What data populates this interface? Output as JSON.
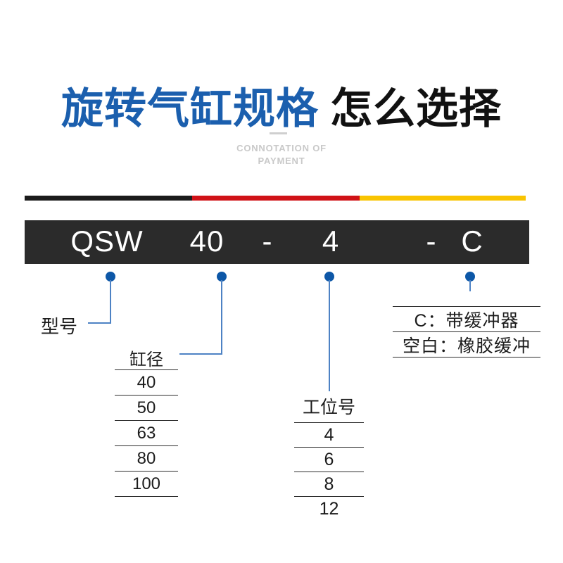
{
  "header": {
    "title_highlight": "旋转气缸规格",
    "title_rest": "怎么选择",
    "subtitle_line1": "CONNOTATION OF",
    "subtitle_line2": "PAYMENT"
  },
  "code_bar": {
    "parts": [
      "QSW",
      "40",
      "-",
      "4",
      "-",
      "C"
    ]
  },
  "callouts": {
    "model_label": "型号",
    "bore_label": "缸径",
    "station_label": "工位号"
  },
  "bore_table": {
    "rows": [
      "40",
      "50",
      "63",
      "80",
      "100"
    ]
  },
  "station_table": {
    "rows": [
      "4",
      "6",
      "8",
      "12"
    ]
  },
  "buffer_table": {
    "rows": [
      "C：带缓冲器",
      "空白：橡胶缓冲"
    ]
  },
  "colors": {
    "accent_blue": "#1b5fae",
    "divider_black": "#1b1b1b",
    "divider_red": "#d01217",
    "divider_yellow": "#f9c401",
    "code_bar_bg": "#2b2b2b",
    "dot_blue": "#0d57a7",
    "leader_blue": "#4d82c4"
  }
}
